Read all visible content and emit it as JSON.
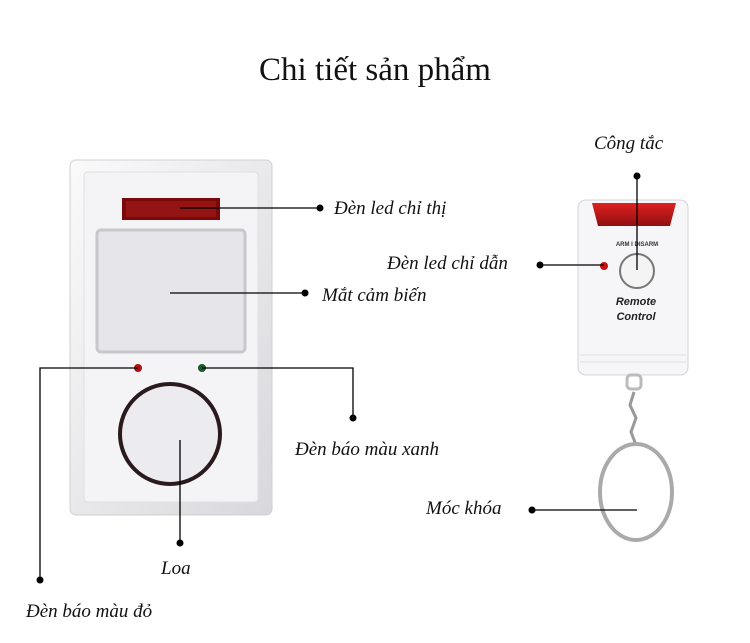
{
  "title": "Chi tiết sản phẩm",
  "labels": {
    "indicator_led": "Đèn led chỉ thị",
    "sensor_eye": "Mắt cảm biến",
    "guide_led": "Đèn led chỉ dẫn",
    "switch": "Công tắc",
    "green_light": "Đèn báo màu xanh",
    "keychain": "Móc khóa",
    "speaker": "Loa",
    "red_light": "Đèn báo màu đỏ"
  },
  "remote": {
    "arm_text": "ARM I DISARM",
    "line1": "Remote",
    "line2": "Control"
  },
  "colors": {
    "led_red": "#c81010",
    "led_green": "#1a5a2a",
    "body": "#f2f2f4"
  }
}
